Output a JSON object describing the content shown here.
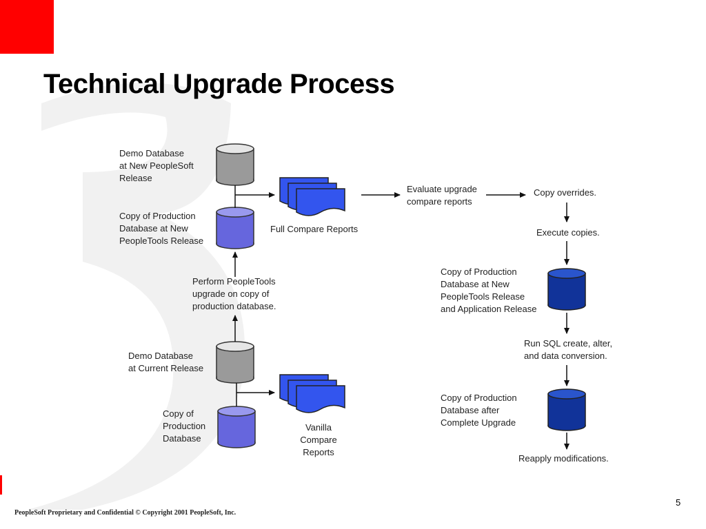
{
  "slide": {
    "title": "Technical Upgrade Process",
    "footer": "PeopleSoft Proprietary and Confidential © Copyright 2001 PeopleSoft, Inc.",
    "page_number": "5"
  },
  "diagram": {
    "left_column": {
      "demo_db_new": "Demo Database\nat New PeopleSoft\nRelease",
      "copy_prod_new_tools": "Copy of Production\nDatabase at New\nPeopleTools Release",
      "perform_upgrade": "Perform PeopleTools\nupgrade on copy of\nproduction database.",
      "demo_db_current": "Demo Database\nat Current Release",
      "copy_prod": "Copy of\nProduction\nDatabase"
    },
    "reports": {
      "full_compare": "Full Compare Reports",
      "vanilla_compare": "Vanilla\nCompare\nReports"
    },
    "right_column": {
      "evaluate": "Evaluate upgrade\ncompare reports",
      "copy_overrides": "Copy overrides.",
      "execute_copies": "Execute copies.",
      "copy_prod_tools_app": "Copy of Production\nDatabase at New\nPeopleTools Release\nand Application Release",
      "run_sql": "Run SQL create, alter,\nand data conversion.",
      "copy_prod_complete": "Copy of Production\nDatabase after\nComplete Upgrade",
      "reapply": "Reapply modifications."
    },
    "colors": {
      "gray_db": "#9a9a9a",
      "light_blue_db": "#6666dd",
      "dark_blue_db": "#113399",
      "report": "#3355ee"
    }
  }
}
